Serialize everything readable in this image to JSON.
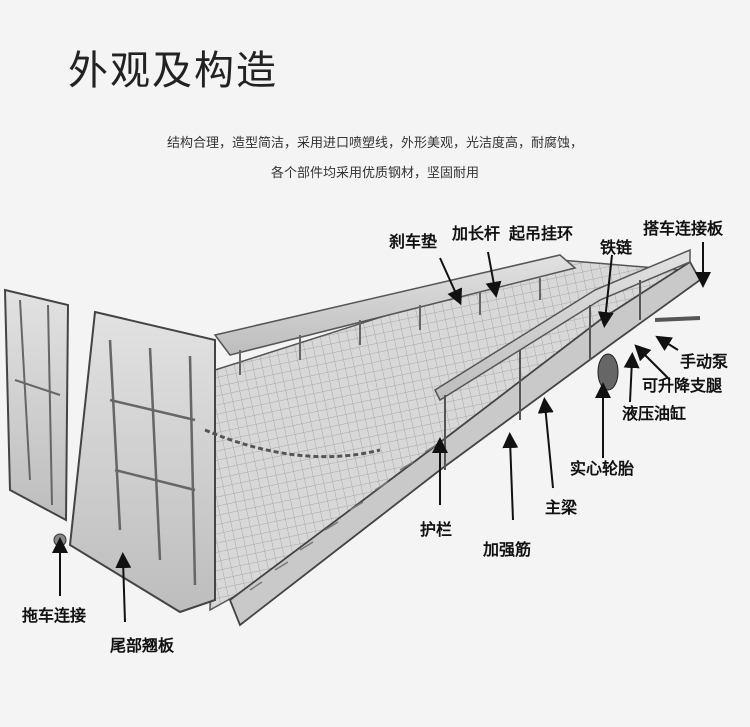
{
  "title": "外观及构造",
  "description": {
    "line1": "结构合理，造型简洁，采用进口喷塑线，外形美观，光洁度高，耐腐蚀，",
    "line2": "各个部件均采用优质钢材，坚固耐用"
  },
  "labels": {
    "brake_pad": "刹车垫",
    "extension_rod": "加长杆",
    "lifting_ring": "起吊挂环",
    "iron_chain": "铁链",
    "car_connection_plate": "搭车连接板",
    "hand_pump": "手动泵",
    "liftable_support_leg": "可升降支腿",
    "hydraulic_cylinder": "液压油缸",
    "solid_tire": "实心轮胎",
    "main_beam": "主梁",
    "guardrail": "护栏",
    "stiffener": "加强筋",
    "tow_connection": "拖车连接",
    "tail_flap": "尾部翘板"
  }
}
